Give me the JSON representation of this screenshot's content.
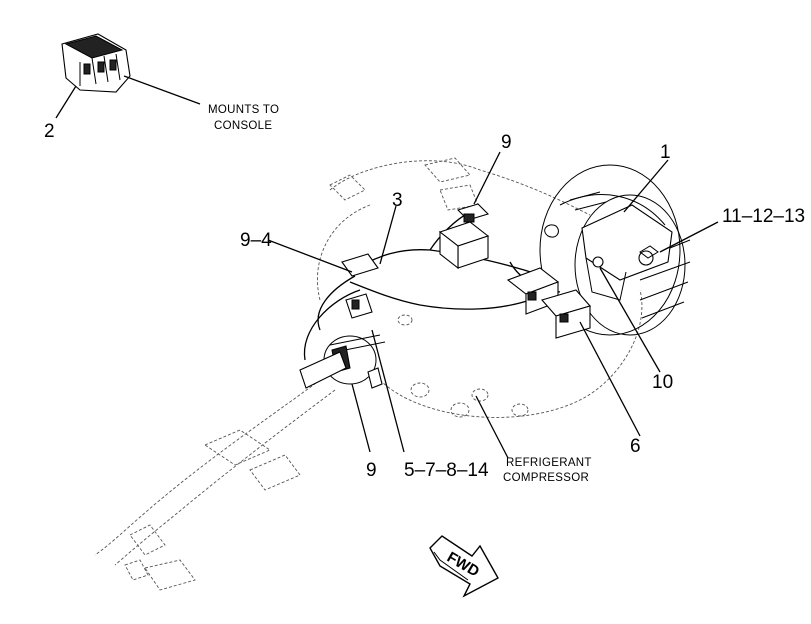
{
  "callouts": {
    "c1": "1",
    "c2": "2",
    "c3": "3",
    "c6": "6",
    "c9_top": "9",
    "c9_4": "9–4",
    "c9_bottom": "9",
    "c10": "10",
    "c11_12_13": "11–12–13",
    "c5_7_8_14": "5–7–8–14"
  },
  "notes": {
    "mounts_line1": "MOUNTS TO",
    "mounts_line2": "CONSOLE",
    "refrigerant_line1": "REFRIGERANT",
    "refrigerant_line2": "COMPRESSOR"
  },
  "fwd_arrow": {
    "label": "FWD"
  }
}
